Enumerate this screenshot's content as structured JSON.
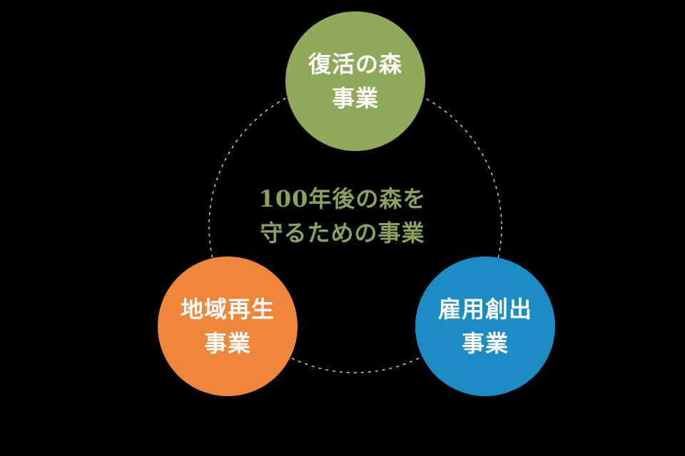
{
  "center": {
    "line1": "100年後の森を",
    "line2": "守るための事業",
    "color": "#8aa35c"
  },
  "nodes": [
    {
      "line1": "復活の森",
      "line2": "事業",
      "color": "#8fa95a"
    },
    {
      "line1": "地域再生",
      "line2": "事業",
      "color": "#f0863a"
    },
    {
      "line1": "雇用創出",
      "line2": "事業",
      "color": "#1b8cc4"
    }
  ],
  "ring": {
    "color": "#cfcfcf"
  }
}
